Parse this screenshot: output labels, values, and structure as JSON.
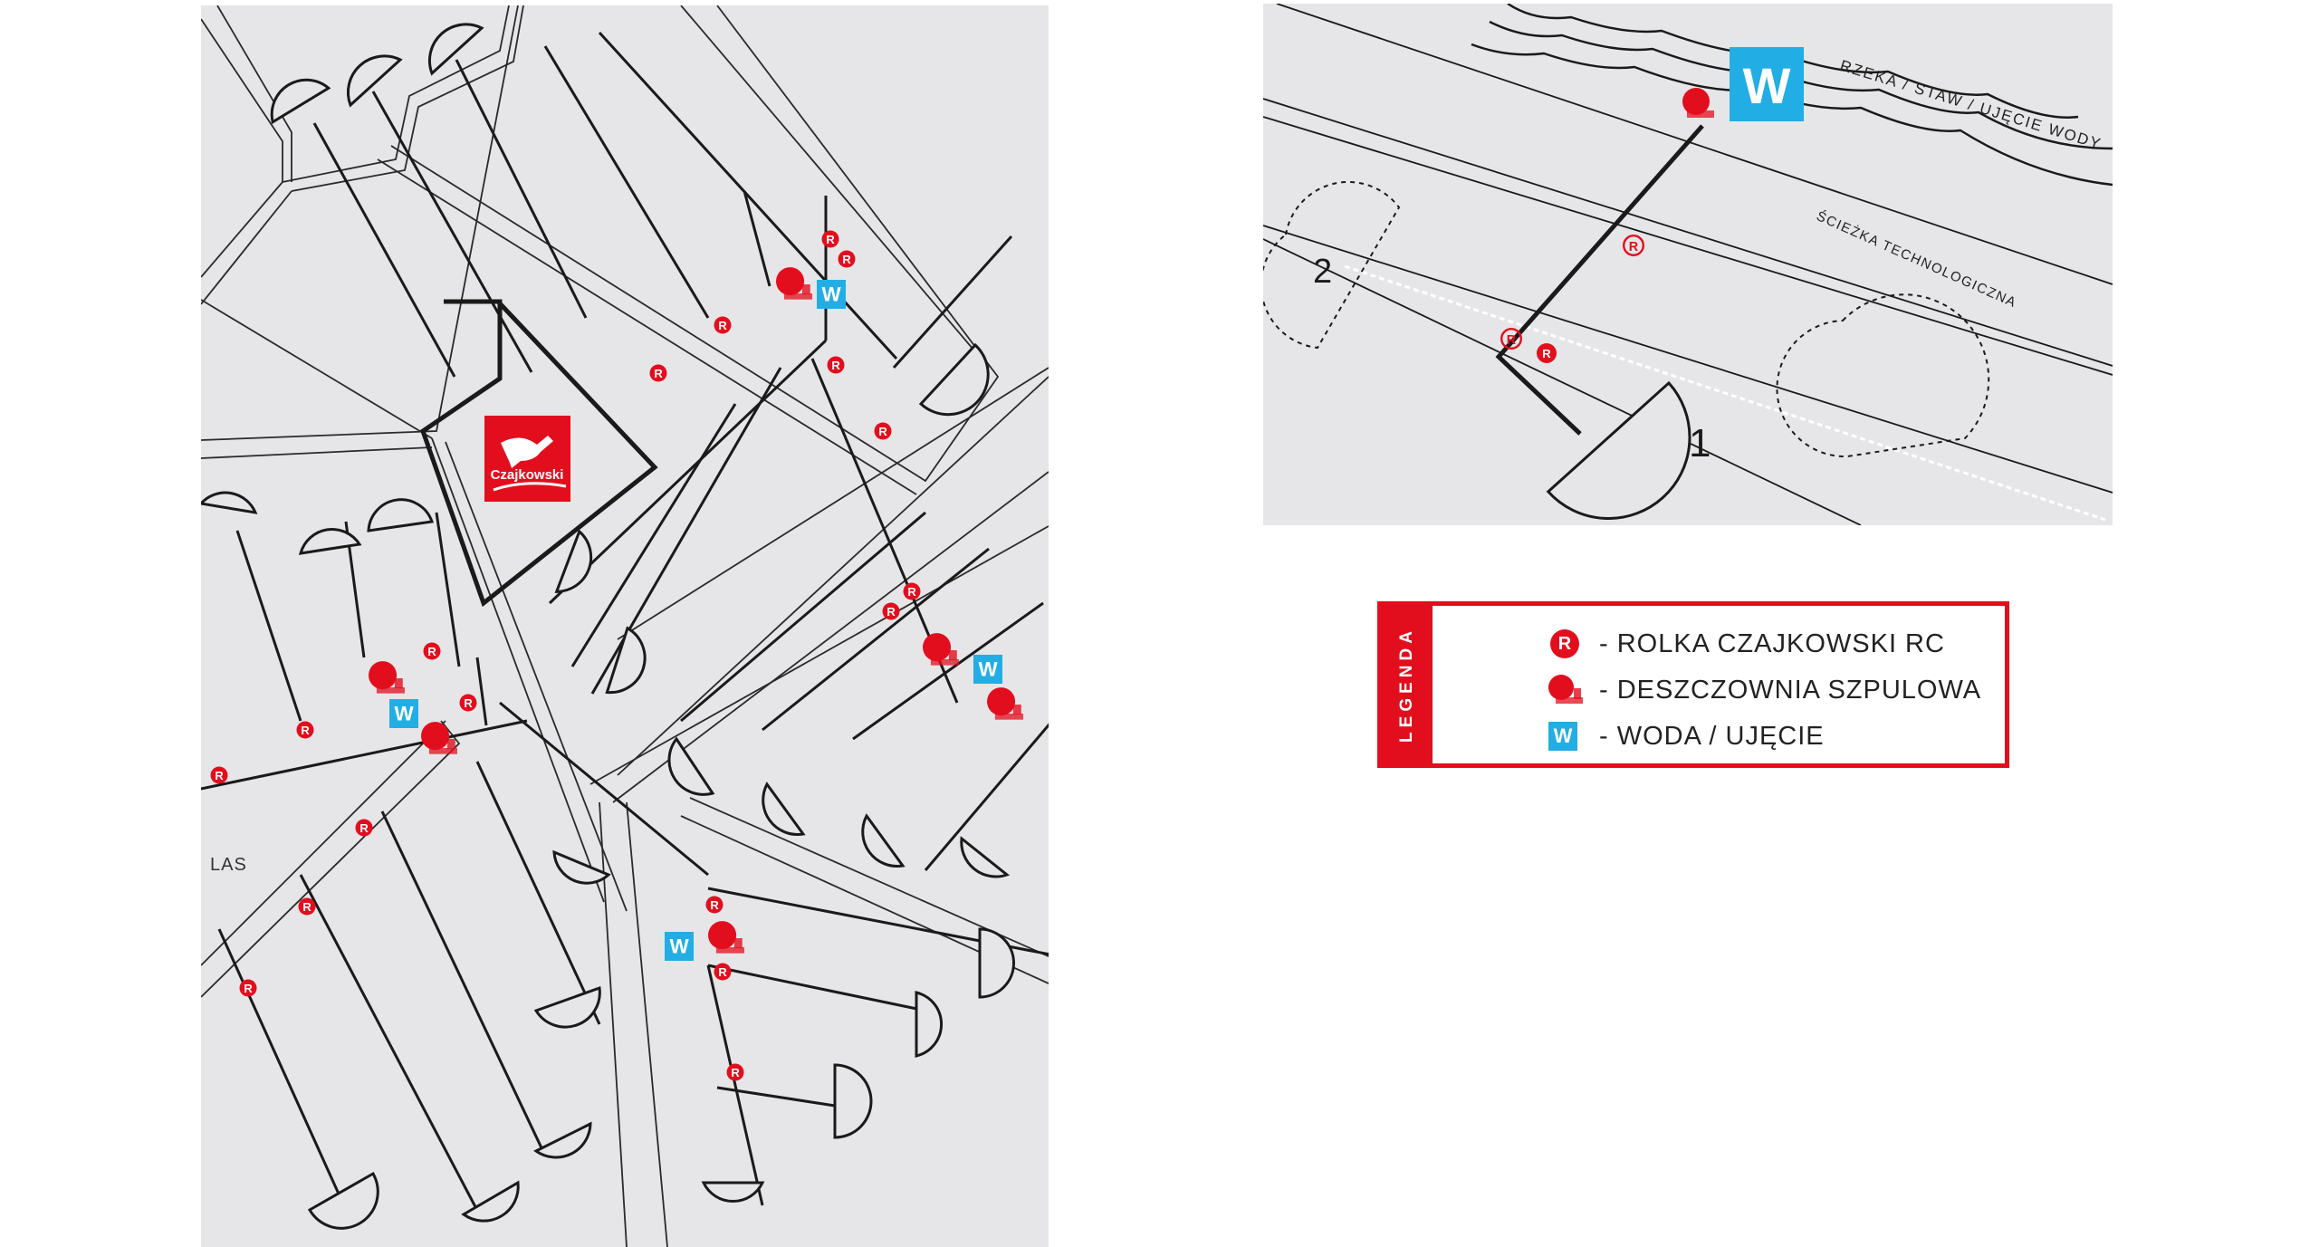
{
  "main_map": {
    "forest_label": "LAS",
    "logo_text": "Czajkowski",
    "marker_r": "R",
    "marker_w": "W"
  },
  "detail_map": {
    "river_label": "RZEKA / STAW / UJĘCIE WODY",
    "path_label": "ŚCIEŻKA TECHNOLOGICZNA",
    "position_1": "1",
    "position_2": "2",
    "marker_r": "R",
    "marker_w": "W"
  },
  "legend": {
    "title": "LEGENDA",
    "items": [
      {
        "icon": "r-marker-icon",
        "label": "- ROLKA CZAJKOWSKI RC"
      },
      {
        "icon": "sprinkler-reel-icon",
        "label": "- DESZCZOWNIA SZPULOWA"
      },
      {
        "icon": "w-marker-icon",
        "label": "- WODA / UJĘCIE"
      }
    ]
  },
  "colors": {
    "accent_red": "#e30e1d",
    "water_blue": "#22aee4",
    "map_bg": "#e6e6e8",
    "line": "#1a1a1a"
  }
}
